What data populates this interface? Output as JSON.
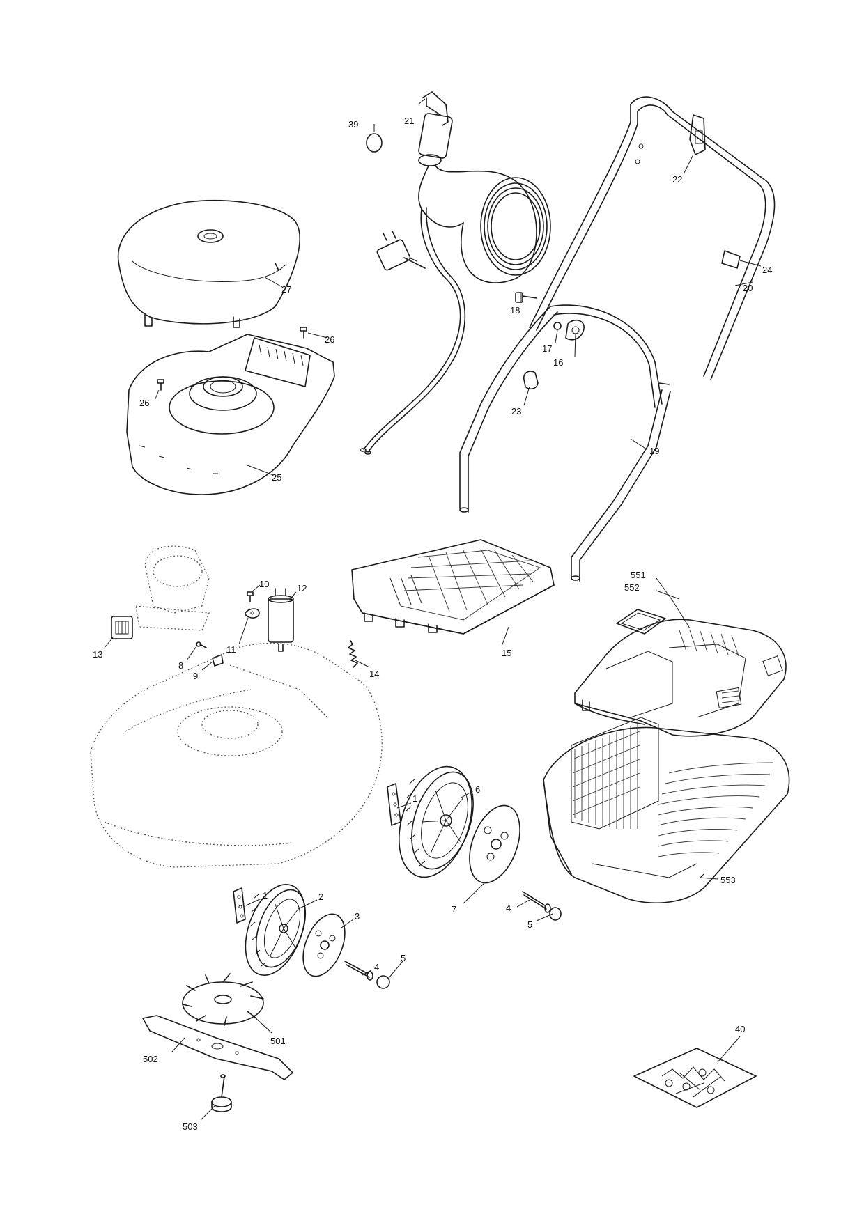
{
  "labels": {
    "p1a": "1",
    "p1b": "1",
    "p2": "2",
    "p3": "3",
    "p4a": "4",
    "p4b": "4",
    "p5a": "5",
    "p5b": "5",
    "p6": "6",
    "p7": "7",
    "p8": "8",
    "p9": "9",
    "p10": "10",
    "p11": "11",
    "p12": "12",
    "p13": "13",
    "p14": "14",
    "p15": "15",
    "p16": "16",
    "p17": "17",
    "p18": "18",
    "p19": "19",
    "p20": "20",
    "p21": "21",
    "p22": "22",
    "p23": "23",
    "p24": "24",
    "p25": "25",
    "p26a": "26",
    "p26b": "26",
    "p27": "27",
    "p39": "39",
    "p40": "40",
    "p501": "501",
    "p502": "502",
    "p503": "503",
    "p551": "551",
    "p552": "552",
    "p553": "553"
  }
}
